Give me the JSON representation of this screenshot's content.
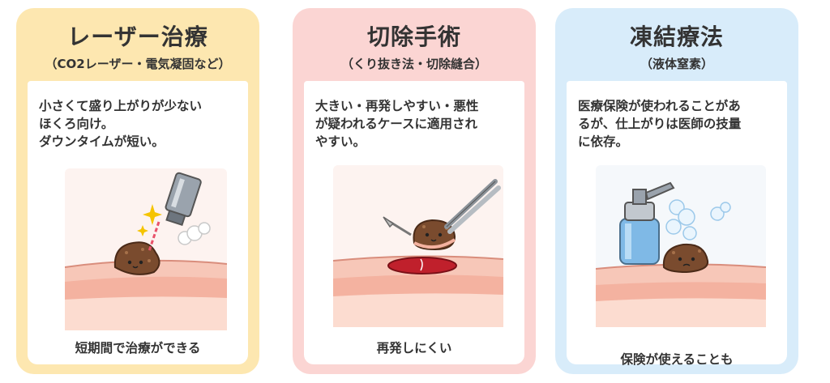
{
  "cards": [
    {
      "title": "レーザー治療",
      "subtitle": "（CO2レーザー・電気凝固など）",
      "description": [
        "小さくて盛り上がりが少ない",
        "ほくろ向け。",
        "ダウンタイムが短い。"
      ],
      "caption": "短期間で治療ができる",
      "accent": "#fde7b0"
    },
    {
      "title": "切除手術",
      "subtitle": "（くり抜き法・切除縫合）",
      "description": [
        "大きい・再発しやすい・悪性",
        "が疑われるケースに適用され",
        "やすい。"
      ],
      "caption": "再発しにくい",
      "accent": "#fbd5d3"
    },
    {
      "title": "凍結療法",
      "subtitle": "（液体窒素）",
      "description": [
        "医療保険が使われることがあ",
        "るが、仕上がりは医師の技量",
        "に依存。"
      ],
      "caption": "保険が使えることも",
      "accent": "#d8ecfa"
    }
  ],
  "icons": [
    "laser-device-icon",
    "mole-character-icon",
    "sparkle-icon",
    "tweezers-icon",
    "skin-incision-icon",
    "liquid-nitrogen-spray-icon",
    "cold-mist-icon"
  ]
}
